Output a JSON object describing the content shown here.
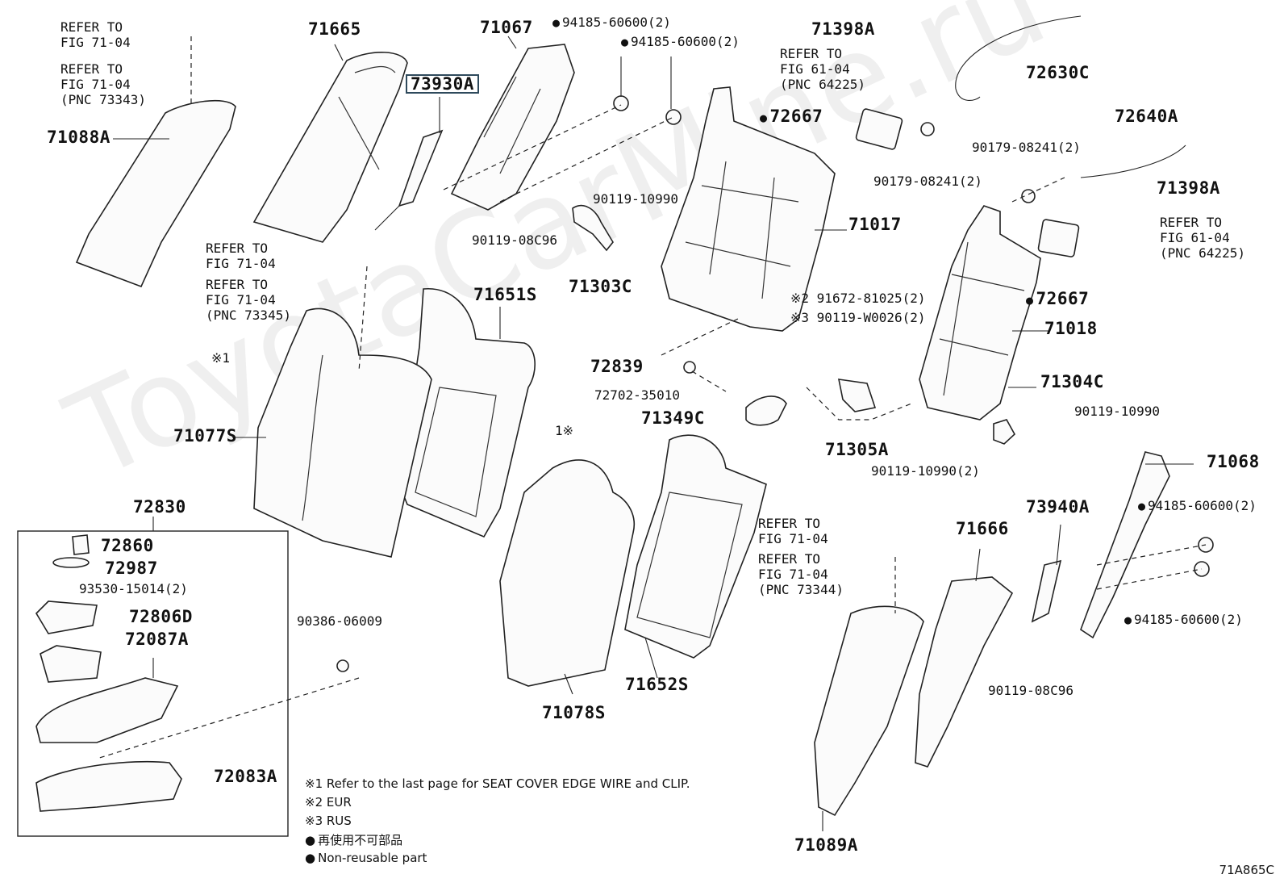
{
  "watermark": "ToyotaCarMine.ru",
  "diagram_id": "71A865C",
  "labels": {
    "l71665": "71665",
    "l71067": "71067",
    "l73930A": "73930A",
    "l71088A": "71088A",
    "ref_top1": "REFER TO\nFIG 71-04",
    "ref_top2": "REFER TO\nFIG 71-04\n(PNC 73343)",
    "l94185a": "94185-60600(2)",
    "l94185b": "94185-60600(2)",
    "l90119_08C96a": "90119-08C96",
    "ref_mid1": "REFER TO\nFIG 71-04",
    "ref_mid2": "REFER TO\nFIG 71-04\n(PNC 73345)",
    "mark1_left": "※1",
    "l71651S": "71651S",
    "l71077S": "71077S",
    "l90119_10990a": "90119-10990",
    "l71303C": "71303C",
    "l71398A_top": "71398A",
    "ref_61a": "REFER TO\nFIG 61-04\n(PNC 64225)",
    "l72667a": "72667",
    "l72630C": "72630C",
    "l72640A": "72640A",
    "l90179_a": "90179-08241(2)",
    "l90179_b": "90179-08241(2)",
    "l71398A_right": "71398A",
    "ref_61b": "REFER TO\nFIG 61-04\n(PNC 64225)",
    "l71017": "71017",
    "l72667b": "72667",
    "l71018": "71018",
    "l91672": "※2 91672-81025(2)",
    "l90119_W0026": "※3 90119-W0026(2)",
    "l72839": "72839",
    "l72702": "72702-35010",
    "l71349C": "71349C",
    "mark1_mid": "1※",
    "l71305A": "71305A",
    "l90119_10990_2": "90119-10990(2)",
    "l71304C": "71304C",
    "l90119_10990b": "90119-10990",
    "l71068": "71068",
    "l72830": "72830",
    "l72860": "72860",
    "l72987": "72987",
    "l93530": "93530-15014(2)",
    "l72806D": "72806D",
    "l72087A": "72087A",
    "l72083A": "72083A",
    "l90386": "90386-06009",
    "l71078S": "71078S",
    "l71652S": "71652S",
    "ref_bot1": "REFER TO\nFIG 71-04",
    "ref_bot2": "REFER TO\nFIG 71-04\n(PNC 73344)",
    "l71666": "71666",
    "l73940A": "73940A",
    "l94185c": "94185-60600(2)",
    "l94185d": "94185-60600(2)",
    "l90119_08C96b": "90119-08C96",
    "l71089A": "71089A"
  },
  "notes": {
    "n1": "※1 Refer to the last page for SEAT COVER EDGE WIRE and CLIP.",
    "n2": "※2 EUR",
    "n3": "※3 RUS",
    "n4": "再使用不可部品",
    "n5": "Non-reusable part"
  }
}
